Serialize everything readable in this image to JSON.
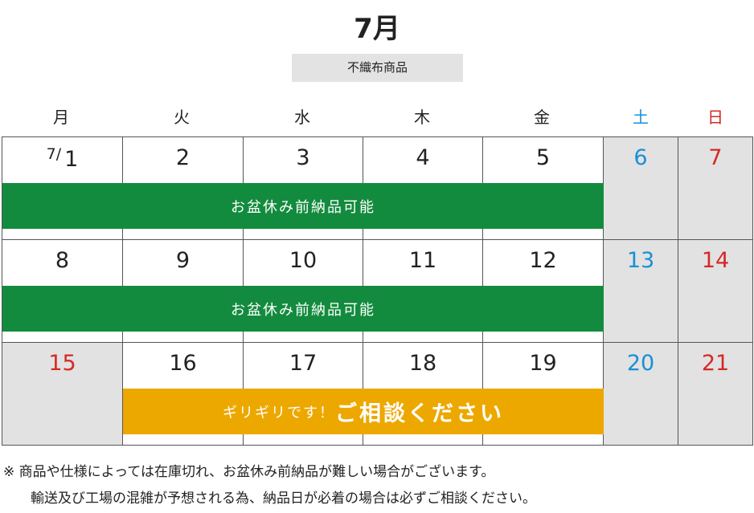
{
  "calendar": {
    "title": "7月",
    "subtitle": "不織布商品",
    "weekdays": [
      "月",
      "火",
      "水",
      "木",
      "金",
      "土",
      "日"
    ],
    "colors": {
      "saturday": "#1a8fd6",
      "sunday": "#d42a25",
      "weekday": "#222222",
      "green_bar": "#138b3e",
      "orange_bar": "#eda800",
      "gray_cell": "#e2e2e2"
    },
    "first_day_prefix": "7/",
    "weeks": [
      {
        "days": [
          "1",
          "2",
          "3",
          "4",
          "5",
          "6",
          "7"
        ],
        "banner": {
          "text": "お盆休み前納品可能",
          "style": "green",
          "span": "月–金"
        }
      },
      {
        "days": [
          "8",
          "9",
          "10",
          "11",
          "12",
          "13",
          "14"
        ],
        "banner": {
          "text": "お盆休み前納品可能",
          "style": "green",
          "span": "月–金"
        }
      },
      {
        "days": [
          "15",
          "16",
          "17",
          "18",
          "19",
          "20",
          "21"
        ],
        "banner": {
          "text_small": "ギリギリです！",
          "text_large": "ご相談ください",
          "style": "orange",
          "span": "火–金"
        }
      }
    ]
  },
  "notes": {
    "line1": "※ 商品や仕様によっては在庫切れ、お盆休み前納品が難しい場合がございます。",
    "line2": "輸送及び工場の混雑が予想される為、納品日が必着の場合は必ずご相談ください。"
  }
}
